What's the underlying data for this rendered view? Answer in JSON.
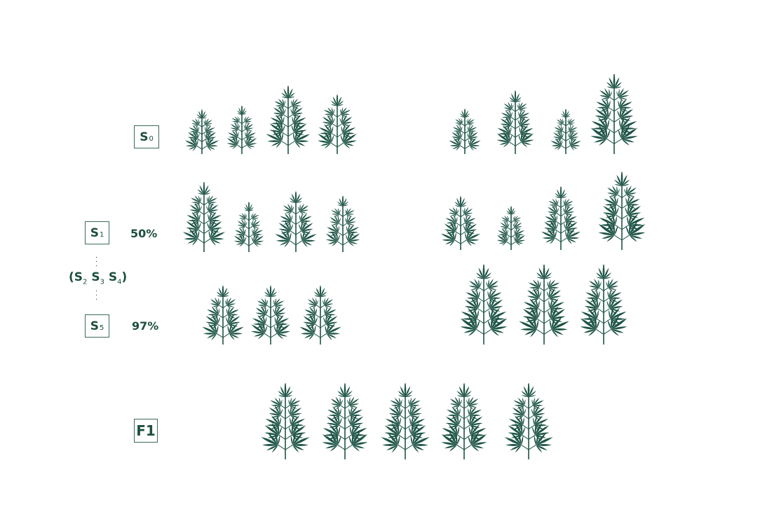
{
  "generations": {
    "s0": {
      "letter": "S",
      "sub": "0"
    },
    "s1": {
      "letter": "S",
      "sub": "1",
      "percent": "50%"
    },
    "s5": {
      "letter": "S",
      "sub": "5",
      "percent": "97%"
    },
    "intermediate": {
      "open": "(",
      "items": [
        {
          "letter": "S",
          "sub": "2"
        },
        {
          "letter": "S",
          "sub": "3"
        },
        {
          "letter": "S",
          "sub": "4"
        }
      ],
      "close": ")"
    },
    "f1": {
      "label": "F1"
    }
  },
  "colors": {
    "plant": "#1d5446",
    "text": "#1d4f3f",
    "border": "#3d6b5c"
  },
  "icons": {
    "plant": "cannabis-plant-icon"
  }
}
